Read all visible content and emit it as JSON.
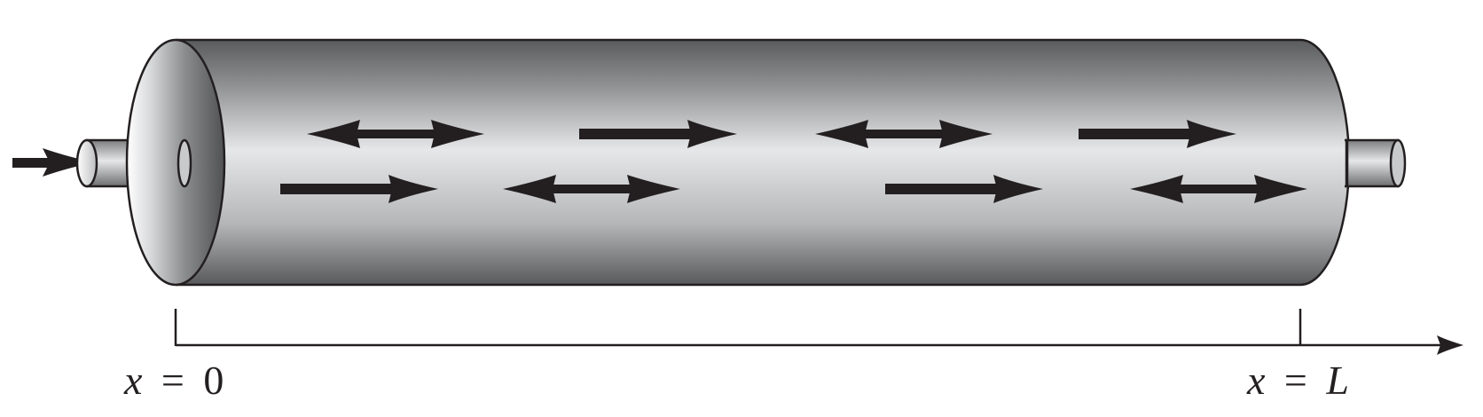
{
  "labels": {
    "left": {
      "variable": "x",
      "equals": "=",
      "value": "0"
    },
    "right": {
      "variable": "x",
      "equals": "=",
      "value": "L"
    }
  },
  "colors": {
    "outline": "#231f20",
    "arrow": "#231f20",
    "cylinder_light": "#e6e7e8",
    "cylinder_dark": "#58595b",
    "background": "#ffffff"
  },
  "icons": {
    "inlet": "inlet-flow-arrow",
    "forward": "forward-flow-arrow",
    "double": "dispersion-double-arrow"
  }
}
